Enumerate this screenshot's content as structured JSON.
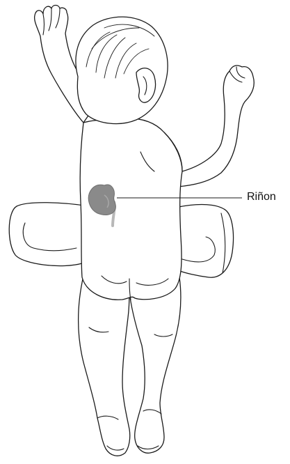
{
  "diagram": {
    "subject": "baby-back-view",
    "callouts": [
      {
        "id": "kidney",
        "label": "Riñon"
      }
    ],
    "colors": {
      "outline": "#1a1a1a",
      "kidney_fill": "#8a8a8a",
      "ureter": "#b8b8b8",
      "background": "#ffffff"
    }
  }
}
